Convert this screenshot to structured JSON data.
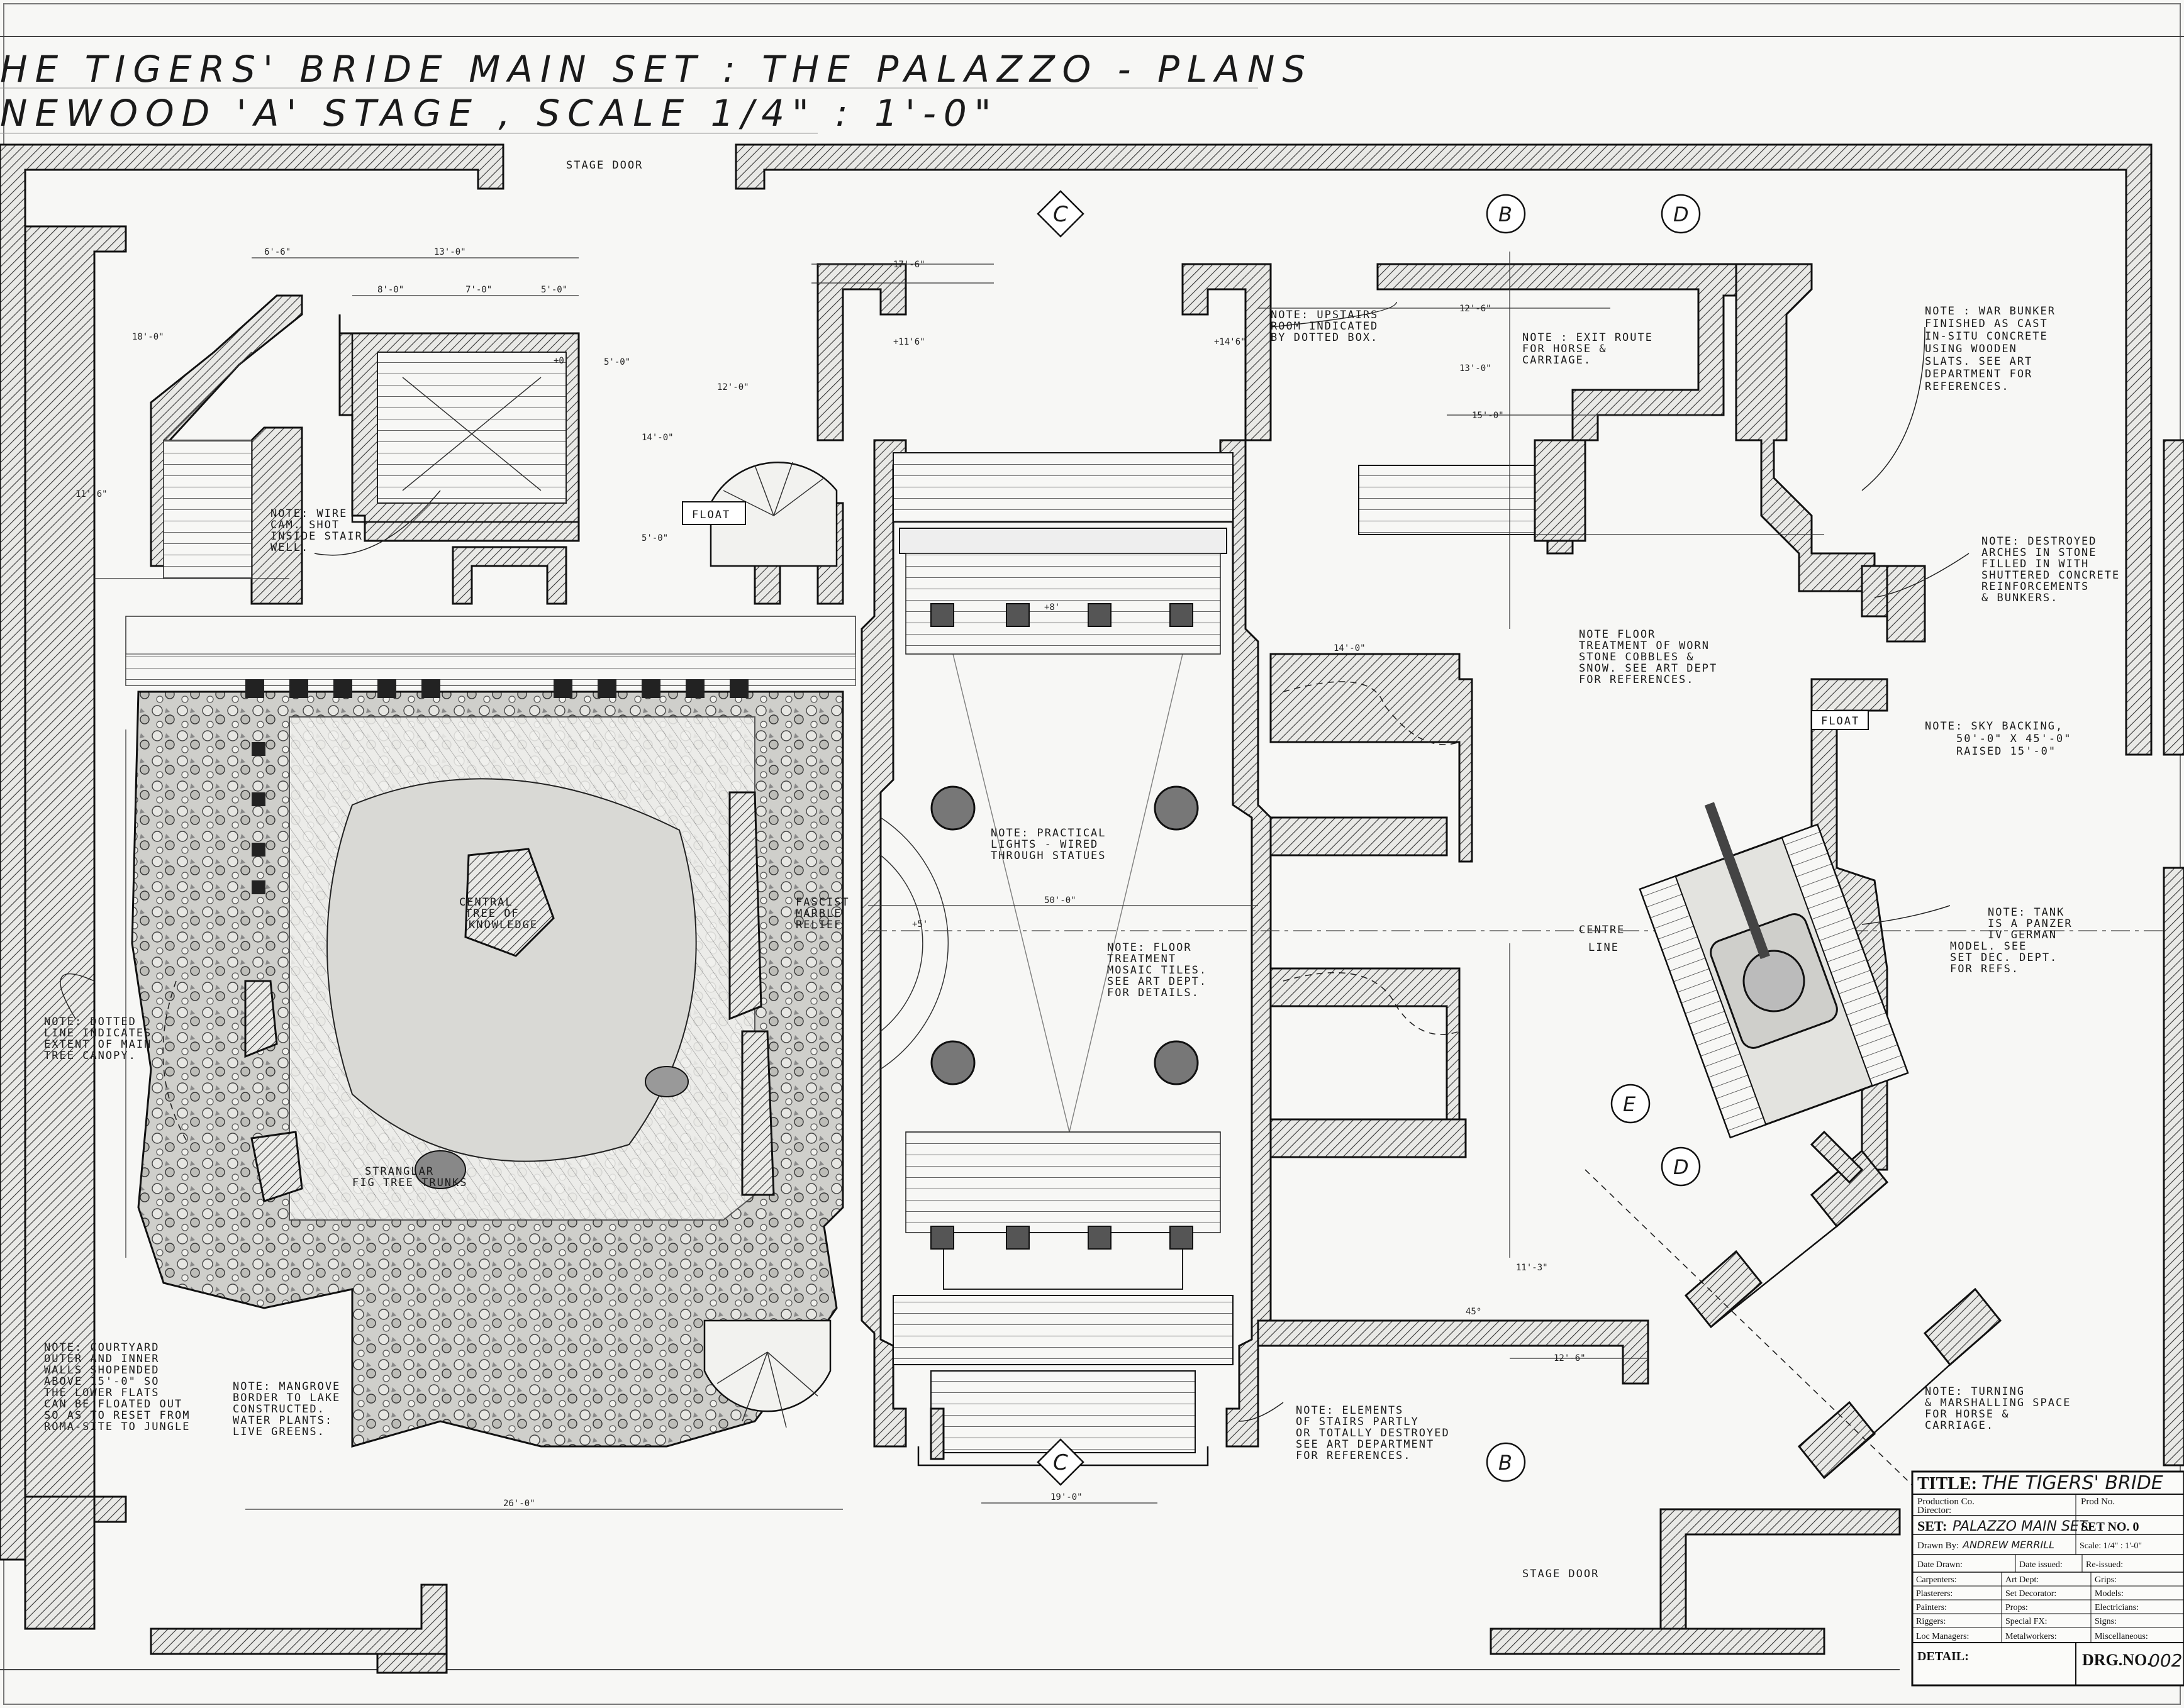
{
  "title": {
    "line1": "HE TIGERS' BRIDE MAIN SET : THE PALAZZO - PLANS",
    "line2": "NEWOOD 'A' STAGE , SCALE 1/4\" : 1'-0\""
  },
  "stage_doors": {
    "top": "STAGE DOOR",
    "bottom": "STAGE DOOR"
  },
  "grid_markers": {
    "c_top": "C",
    "b_top": "B",
    "d_top": "D",
    "e_mid": "E",
    "d_mid": "D",
    "c_bottom": "C",
    "b_bottom": "B"
  },
  "labels": {
    "float_left": "FLOAT",
    "float_right": "FLOAT",
    "centre_line_1": "CENTRE",
    "centre_line_2": "LINE",
    "tree_central_1": "CENTRAL",
    "tree_central_2": "TREE OF",
    "tree_central_3": "KNOWLEDGE",
    "strangler_1": "STRANGLAR",
    "strangler_2": "FIG TREE TRUNKS",
    "fascist_1": "FASCIST",
    "fascist_2": "MARBLE",
    "fascist_3": "RELIEF"
  },
  "notes": {
    "wire_cam": [
      "NOTE: WIRE",
      "CAM. SHOT",
      "INSIDE STAIR",
      "WELL."
    ],
    "upstairs": [
      "NOTE: UPSTAIRS",
      "ROOM INDICATED",
      "BY DOTTED BOX."
    ],
    "exit_route": [
      "NOTE : EXIT ROUTE",
      "FOR HORSE &",
      "CARRIAGE."
    ],
    "war_bunker": [
      "NOTE : WAR BUNKER",
      "FINISHED AS CAST",
      "IN-SITU CONCRETE",
      "USING WOODEN",
      "SLATS. SEE ART",
      "DEPARTMENT FOR",
      "REFERENCES."
    ],
    "destroyed_arches": [
      "NOTE: DESTROYED",
      "ARCHES IN STONE",
      "FILLED IN WITH",
      "SHUTTERED CONCRETE",
      "REINFORCEMENTS",
      "& BUNKERS."
    ],
    "floor_cobbles": [
      "NOTE FLOOR",
      "TREATMENT OF WORN",
      "STONE COBBLES &",
      "SNOW. SEE ART DEPT",
      "FOR REFERENCES."
    ],
    "sky_backing": [
      "NOTE: SKY BACKING,",
      "50'-0\" X 45'-0\"",
      "RAISED 15'-0\""
    ],
    "practical_lights": [
      "NOTE: PRACTICAL",
      "LIGHTS - WIRED",
      "THROUGH STATUES"
    ],
    "mosaic": [
      "NOTE: FLOOR",
      "TREATMENT",
      "MOSAIC TILES.",
      "SEE ART DEPT.",
      "FOR DETAILS."
    ],
    "tank": [
      "NOTE: TANK",
      "IS A PANZER",
      "IV GERMAN",
      "MODEL. SEE",
      "SET DEC. DEPT.",
      "FOR REFS."
    ],
    "dotted_line": [
      "NOTE: DOTTED",
      "LINE INDICATES",
      "EXTENT OF MAIN",
      "TREE CANOPY."
    ],
    "courtyard": [
      "NOTE: COURTYARD",
      "OUTER AND INNER",
      "WALLS SHOPENDED",
      "ABOVE 15'-0\" SO",
      "THE LOWER FLATS",
      "CAN BE FLOATED OUT",
      "SO AS TO RESET FROM",
      "ROMA-SITE TO JUNGLE"
    ],
    "mangrove": [
      "NOTE: MANGROVE",
      "BORDER TO LAKE",
      "CONSTRUCTED.",
      "WATER PLANTS:",
      "LIVE GREENS."
    ],
    "stairs_destroyed": [
      "NOTE: ELEMENTS",
      "OF STAIRS PARTLY",
      "OR TOTALLY DESTROYED",
      "SEE ART DEPARTMENT",
      "FOR REFERENCES."
    ],
    "turning": [
      "NOTE: TURNING",
      "& MARSHALLING SPACE",
      "FOR HORSE &",
      "CARRIAGE."
    ]
  },
  "dims": [
    "13'-0\"",
    "6'-6\"",
    "8'-0\"",
    "7'-0\"",
    "5'-0\"",
    "18'-0\"",
    "5'-0\"",
    "12'-0\"",
    "14'-0\"",
    "17'-6\"",
    "12'-6\"",
    "13'-0\"",
    "15'-0\"",
    "5'-0\"",
    "14'-0\"",
    "11'-6\"",
    "50'-0\"",
    "26'-0\"",
    "19'-0\"",
    "12'-6\"",
    "11'-3\"",
    "45°",
    "+5'",
    "+8'",
    "+0'",
    "+11'6\"",
    "+14'6\""
  ],
  "title_block": {
    "title_label": "TITLE:",
    "title_value": "THE TIGERS' BRIDE",
    "production_co": "Production Co.",
    "prod_no": "Prod No.",
    "director": "Director:",
    "set_label": "SET:",
    "set_value": "PALAZZO MAIN SET.",
    "set_no": "SET NO. 0",
    "drawn_by": "Drawn By:",
    "drawn_by_value": "ANDREW MERRILL",
    "scale": "Scale: 1/4\" : 1'-0\"",
    "date_drawn": "Date Drawn:",
    "date_issued": "Date issued:",
    "re_issued": "Re-issued:",
    "rows": [
      [
        "Carpenters:",
        "Art Dept:",
        "Grips:"
      ],
      [
        "Plasterers:",
        "Set Decorator:",
        "Models:"
      ],
      [
        "Painters:",
        "Props:",
        "Electricians:"
      ],
      [
        "Riggers:",
        "Special FX:",
        "Signs:"
      ],
      [
        "Loc Managers:",
        "Metalworkers:",
        "Miscellaneous:"
      ]
    ],
    "detail": "DETAIL:",
    "drg_no": "DRG.NO.",
    "drg_value": "002"
  }
}
